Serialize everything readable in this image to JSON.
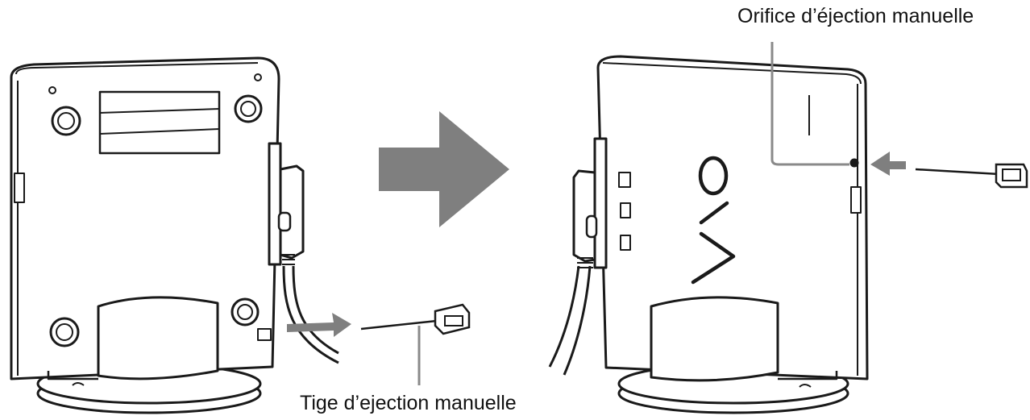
{
  "labels": {
    "ejection_hole": "Orifice d’éjection manuelle",
    "ejection_pin": "Tige d’ejection manuelle"
  },
  "drive_logo": "VAIO",
  "colors": {
    "line": "#1a1a1a",
    "arrow": "#7f7f7f",
    "leader": "#8a8a8a",
    "background": "#ffffff",
    "device_fill": "#ffffff"
  }
}
